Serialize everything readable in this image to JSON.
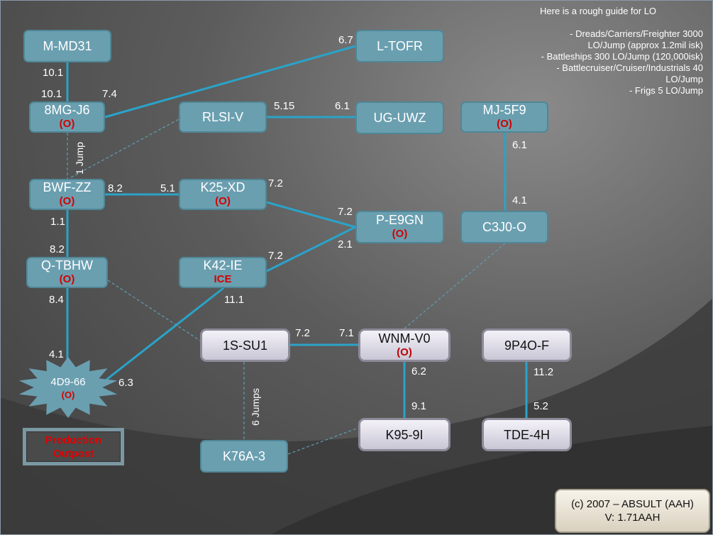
{
  "guide": {
    "title": "Here is a rough guide for LO",
    "lines": [
      "- Dreads/Carriers/Freighter 3000 LO/Jump (approx 1.2mil isk)",
      "- Battleships 300 LO/Jump (120,000isk)",
      "- Battlecruiser/Cruiser/Industrials 40 LO/Jump",
      "- Frigs 5 LO/Jump"
    ]
  },
  "nodes": {
    "mmd31": {
      "name": "M-MD31"
    },
    "mg8j6": {
      "name": "8MG-J6",
      "tag": "(O)"
    },
    "rlsiv": {
      "name": "RLSI-V"
    },
    "ltofr": {
      "name": "L-TOFR"
    },
    "uguwz": {
      "name": "UG-UWZ"
    },
    "mj5f9": {
      "name": "MJ-5F9",
      "tag": "(O)"
    },
    "bwfzz": {
      "name": "BWF-ZZ",
      "tag": "(O)"
    },
    "k25xd": {
      "name": "K25-XD",
      "tag": "(O)"
    },
    "pe9gn": {
      "name": "P-E9GN",
      "tag": "(O)"
    },
    "c3j0o": {
      "name": "C3J0-O"
    },
    "qtbhw": {
      "name": "Q-TBHW",
      "tag": "(O)"
    },
    "k42ie": {
      "name": "K42-IE",
      "tag": "ICE"
    },
    "s1su1": {
      "name": "1S-SU1"
    },
    "wnmv0": {
      "name": "WNM-V0",
      "tag": "(O)"
    },
    "p9p4of": {
      "name": "9P4O-F"
    },
    "k959i": {
      "name": "K95-9I"
    },
    "tde4h": {
      "name": "TDE-4H"
    },
    "k76a3": {
      "name": "K76A-3"
    },
    "d966": {
      "name": "4D9-66",
      "tag": "(O)"
    }
  },
  "edge_labels": [
    "10.1",
    "10.1",
    "7.4",
    "6.7",
    "5.15",
    "6.1",
    "8.2",
    "5.1",
    "7.2",
    "7.2",
    "7.2",
    "2.1",
    "1.1",
    "8.2",
    "8.4",
    "4.1",
    "11.1",
    "6.3",
    "7.2",
    "7.1",
    "6.2",
    "9.1",
    "6.1",
    "4.1",
    "11.2",
    "5.2"
  ],
  "jump_labels": {
    "one": "1 Jump",
    "six": "6 Jumps"
  },
  "legend": {
    "production_outpost": "Production Outpost"
  },
  "footer": {
    "line1": "(c) 2007 – ABSULT (AAH)",
    "line2": "V: 1.71AAH"
  },
  "colors": {
    "edge": "#2aa3c8",
    "node": "#6a9fb0",
    "outpost_tag": "#d40000"
  }
}
